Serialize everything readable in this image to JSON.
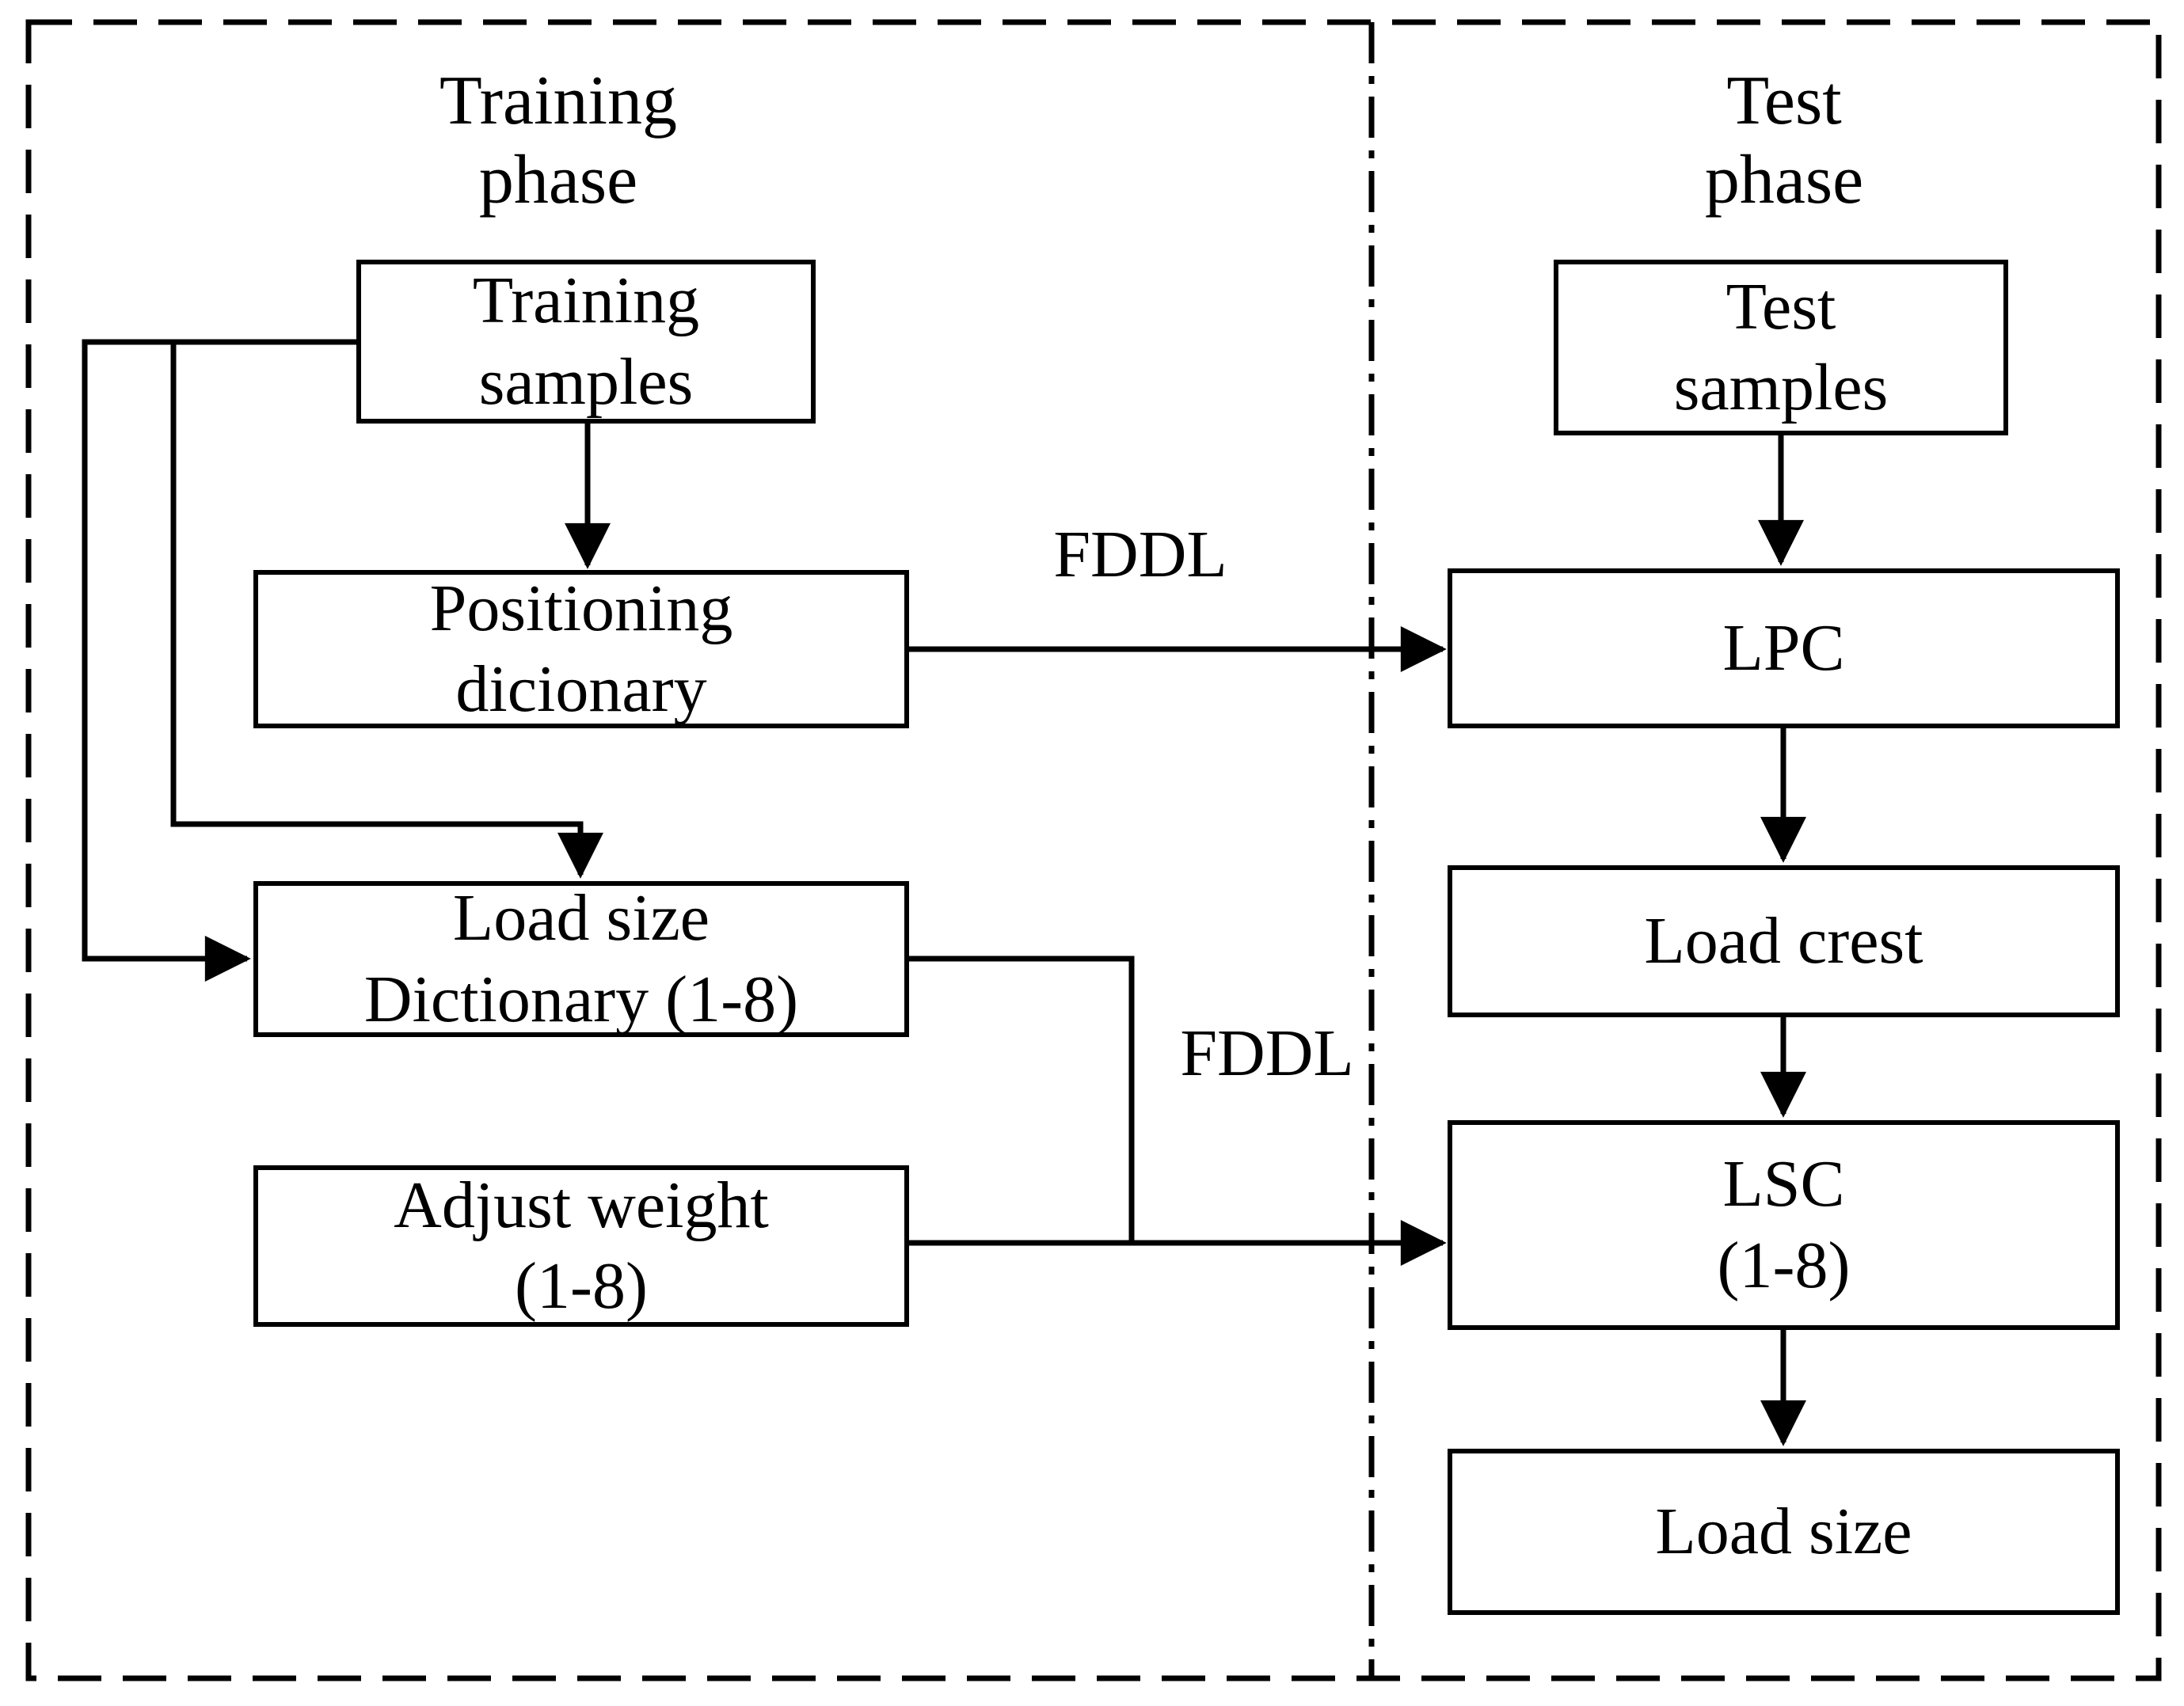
{
  "figure": {
    "colors": {
      "ink": "#000000",
      "background": "#ffffff"
    },
    "training_phase": {
      "title_line1": "Training",
      "title_line2": "phase"
    },
    "test_phase": {
      "title_line1": "Test",
      "title_line2": "phase"
    },
    "nodes": {
      "training_samples": {
        "line1": "Training",
        "line2": "samples"
      },
      "positioning_dictionary": {
        "line1": "Positioning",
        "line2": "dicionary"
      },
      "load_size_dictionary": {
        "line1": "Load size",
        "line2": "Dictionary (1-8)"
      },
      "adjust_weight": {
        "line1": "Adjust weight",
        "line2": "(1-8)"
      },
      "test_samples": {
        "line1": "Test",
        "line2": "samples"
      },
      "lpc": {
        "line1": "LPC"
      },
      "load_crest": {
        "line1": "Load crest"
      },
      "lsc": {
        "line1": "LSC",
        "line2": "(1-8)"
      },
      "load_size": {
        "line1": "Load size"
      }
    },
    "edge_labels": {
      "fddl_top": "FDDL",
      "fddl_bottom": "FDDL"
    }
  }
}
